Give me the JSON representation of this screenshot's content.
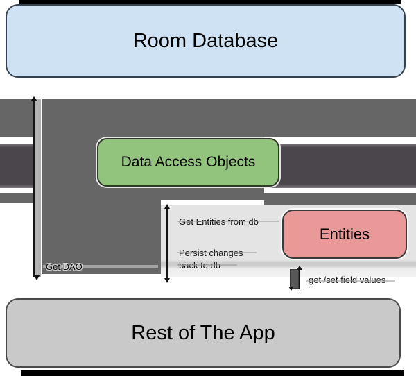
{
  "diagram": {
    "nodes": {
      "room_database": {
        "label": "Room Database",
        "fill": "#cfe2f3"
      },
      "data_access_objects": {
        "label": "Data Access Objects",
        "fill": "#93c47d"
      },
      "entities": {
        "label": "Entities",
        "fill": "#ea9999"
      },
      "rest_of_app": {
        "label": "Rest of The App",
        "fill": "#c9c9c9"
      }
    },
    "edge_labels": {
      "get_dao": "Get DAO",
      "get_entities_from_db": "Get Entities from db",
      "persist_changes_line1": "Persist changes",
      "persist_changes_line2": "back to db",
      "get_set_field_values": "get /set field values"
    },
    "colors": {
      "band_medium_gray": "#666666",
      "band_dark_gray": "#4b464b",
      "arrow_shaft_light_gray": "#b2b2b2",
      "panel_gray": "#e4e4e4",
      "frame_black": "#000000"
    }
  }
}
